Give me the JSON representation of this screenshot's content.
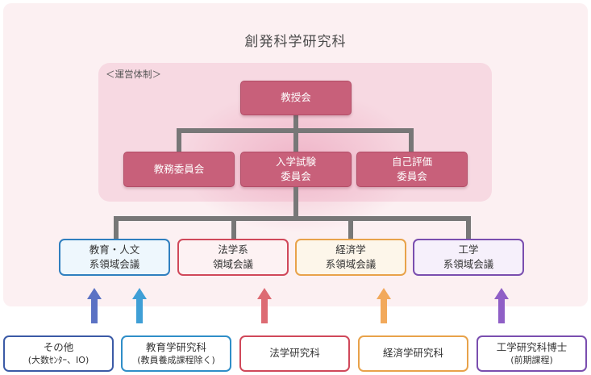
{
  "title": "創発科学研究科",
  "management": {
    "label": "＜運営体制＞",
    "faculty_meeting": "教授会",
    "committees": [
      {
        "line1": "教務委員会",
        "line2": ""
      },
      {
        "line1": "入学試験",
        "line2": "委員会"
      },
      {
        "line1": "自己評価",
        "line2": "委員会"
      }
    ]
  },
  "councils": [
    {
      "line1": "教育・人文",
      "line2": "系領域会議",
      "border": "#2f7fbf",
      "fill": "#eef7fd"
    },
    {
      "line1": "法学系",
      "line2": "領域会議",
      "border": "#d0485a",
      "fill": "#fdf2f3"
    },
    {
      "line1": "経済学",
      "line2": "系領域会議",
      "border": "#e8a24a",
      "fill": "#fdf6ea"
    },
    {
      "line1": "工学",
      "line2": "系領域会議",
      "border": "#7a4eaf",
      "fill": "#f6f0fb"
    }
  ],
  "sources": [
    {
      "line1": "その他",
      "line2": "(大数ｾﾝﾀｰ、IO)",
      "border": "#3b5aa6"
    },
    {
      "line1": "教育学研究科",
      "line2": "(教員養成課程除く)",
      "border": "#2f8ec8"
    },
    {
      "line1": "法学研究科",
      "line2": "",
      "border": "#d0485a"
    },
    {
      "line1": "経済学研究科",
      "line2": "",
      "border": "#e8a24a"
    },
    {
      "line1": "工学研究科博士",
      "line2": "(前期課程)",
      "border": "#7a4eaf"
    }
  ],
  "arrow_colors": {
    "other": "#5b72c4",
    "education": "#3f9fd6",
    "law": "#dd6b73",
    "economics": "#f2a95b",
    "engineering": "#8f5fc6"
  }
}
